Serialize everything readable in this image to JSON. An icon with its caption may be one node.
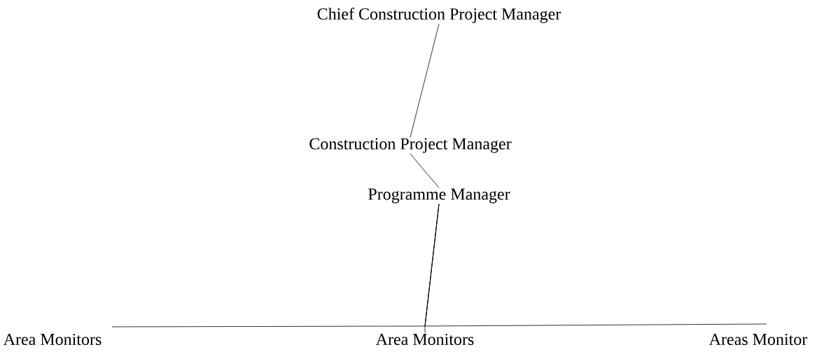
{
  "diagram": {
    "nodes": [
      {
        "text": [
          "Chief Construction Project Manager"
        ]
      },
      {
        "text": [
          "Construction Project Manager"
        ]
      },
      {
        "text": [
          "Programme Manager"
        ]
      },
      {
        "text": [
          "Area Monitors"
        ]
      },
      {
        "text": [
          "Area Monitors"
        ]
      },
      {
        "text": [
          "Areas Monitor"
        ]
      }
    ],
    "edges": [
      {
        "from": 0,
        "to": 1,
        "arrow": "none"
      },
      {
        "from": 1,
        "to": 2,
        "arrow": "none"
      },
      {
        "from": 2,
        "to": 3,
        "arrow": "none"
      },
      {
        "from": 2,
        "to": 4,
        "arrow": "none"
      },
      {
        "from": 2,
        "to": 5,
        "arrow": "none"
      }
    ]
  }
}
